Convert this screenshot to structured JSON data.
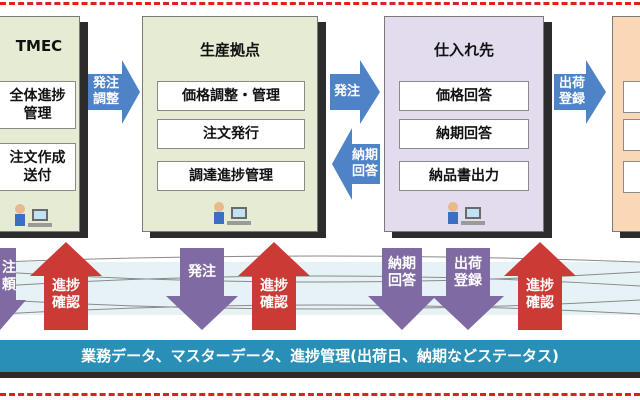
{
  "nodes": {
    "tmec": {
      "title": "TMEC",
      "items": [
        "全体進捗\n管理",
        "注文作成\n送付"
      ]
    },
    "production": {
      "title": "生産拠点",
      "items": [
        "価格調整・管理",
        "注文発行",
        "調達進捗管理"
      ]
    },
    "supplier": {
      "title": "仕入れ先",
      "items": [
        "価格回答",
        "納期回答",
        "納品書出力"
      ]
    }
  },
  "arrows": {
    "order_adjust": "発注\n調整",
    "order": "発注",
    "delivery_answer": "納期\n回答",
    "shipping_register": "出荷\n登録"
  },
  "vertical_arrows": {
    "left_partial": "注\n頼",
    "progress_check_1": "進捗\n確認",
    "order_down": "発注",
    "progress_check_2": "進捗\n確認",
    "delivery_answer_down": "納期\n回答",
    "shipping_register_down": "出荷\n登録",
    "progress_check_3": "進捗\n確認"
  },
  "bottom_bar": "業務データ、マスターデータ、進捗管理(出荷日、納期などステータス)",
  "colors": {
    "green_box": "#e6ecd3",
    "purple_box": "#e3dcef",
    "orange_box": "#fbd8b5",
    "blue_arrow": "#4f83c7",
    "purple_arrow": "#7f6aa3",
    "red_arrow": "#cc3a36",
    "bottom_bar": "#2a8fb6",
    "dash_border": "#e0201e"
  }
}
